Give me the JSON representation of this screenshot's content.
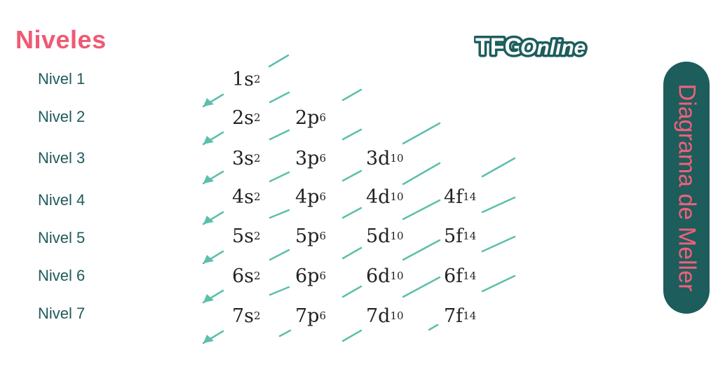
{
  "colors": {
    "heading": "#ef5a73",
    "level_text": "#1f5a5b",
    "teal_dark": "#1d5d5c",
    "arrow": "#5cbfaa",
    "pink": "#ef6079"
  },
  "heading": "Niveles",
  "logo": {
    "part1": "TFG",
    "part2": "Online"
  },
  "side_title": "Diagrama de Meller",
  "levels": [
    "Nivel 1",
    "Nivel 2",
    "Nivel 3",
    "Nivel 4",
    "Nivel 5",
    "Nivel 6",
    "Nivel 7"
  ],
  "orbitals": [
    [
      {
        "base": "1s",
        "sup": "2"
      }
    ],
    [
      {
        "base": "2s",
        "sup": "2"
      },
      {
        "base": "2p",
        "sup": "6"
      }
    ],
    [
      {
        "base": "3s",
        "sup": "2"
      },
      {
        "base": "3p",
        "sup": "6"
      },
      {
        "base": "3d",
        "sup": "10"
      }
    ],
    [
      {
        "base": "4s",
        "sup": "2"
      },
      {
        "base": "4p",
        "sup": "6"
      },
      {
        "base": "4d",
        "sup": "10"
      },
      {
        "base": "4f",
        "sup": "14"
      }
    ],
    [
      {
        "base": "5s",
        "sup": "2"
      },
      {
        "base": "5p",
        "sup": "6"
      },
      {
        "base": "5d",
        "sup": "10"
      },
      {
        "base": "5f",
        "sup": "14"
      }
    ],
    [
      {
        "base": "6s",
        "sup": "2"
      },
      {
        "base": "6p",
        "sup": "6"
      },
      {
        "base": "6d",
        "sup": "10"
      },
      {
        "base": "6f",
        "sup": "14"
      }
    ],
    [
      {
        "base": "7s",
        "sup": "2"
      },
      {
        "base": "7p",
        "sup": "6"
      },
      {
        "base": "7d",
        "sup": "10"
      },
      {
        "base": "7f",
        "sup": "14"
      }
    ]
  ]
}
